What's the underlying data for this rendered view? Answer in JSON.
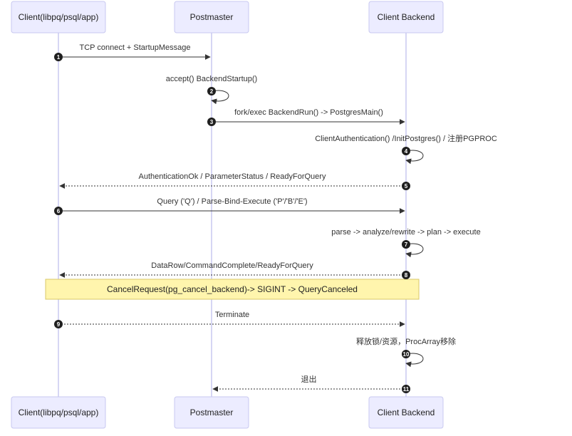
{
  "participants": [
    {
      "id": "client",
      "label": "Client(libpq/psql/app)"
    },
    {
      "id": "postmaster",
      "label": "Postmaster"
    },
    {
      "id": "backend",
      "label": "Client Backend"
    }
  ],
  "messages": [
    {
      "seq": "1",
      "from": "client",
      "to": "postmaster",
      "style": "solid",
      "text": "TCP connect + StartupMessage"
    },
    {
      "seq": "2",
      "from": "postmaster",
      "to": "postmaster",
      "style": "solid",
      "text": "accept() BackendStartup()"
    },
    {
      "seq": "3",
      "from": "postmaster",
      "to": "backend",
      "style": "solid",
      "text": "fork/exec BackendRun() -> PostgresMain()"
    },
    {
      "seq": "4",
      "from": "backend",
      "to": "backend",
      "style": "solid",
      "text": "ClientAuthentication() /InitPostgres() / 注册PGPROC"
    },
    {
      "seq": "5",
      "from": "backend",
      "to": "client",
      "style": "dashed",
      "text": "AuthenticationOk / ParameterStatus / ReadyForQuery"
    },
    {
      "seq": "6",
      "from": "client",
      "to": "backend",
      "style": "solid",
      "text": "Query ('Q') / Parse-Bind-Execute ('P'/'B'/'E')"
    },
    {
      "seq": "7",
      "from": "backend",
      "to": "backend",
      "style": "solid",
      "text": "parse -> analyze/rewrite -> plan -> execute"
    },
    {
      "seq": "8",
      "from": "backend",
      "to": "client",
      "style": "dashed",
      "text": "DataRow/CommandComplete/ReadyForQuery"
    },
    {
      "seq": "9",
      "from": "client",
      "to": "backend",
      "style": "dashed",
      "text": "Terminate"
    },
    {
      "seq": "10",
      "from": "backend",
      "to": "backend",
      "style": "solid",
      "text": "释放锁/资源，ProcArray移除"
    },
    {
      "seq": "11",
      "from": "backend",
      "to": "postmaster",
      "style": "dashed",
      "text": "退出"
    }
  ],
  "note": {
    "text": "CancelRequest(pg_cancel_backend)-> SIGINT -> QueryCanceled",
    "from": "client",
    "to": "backend"
  }
}
